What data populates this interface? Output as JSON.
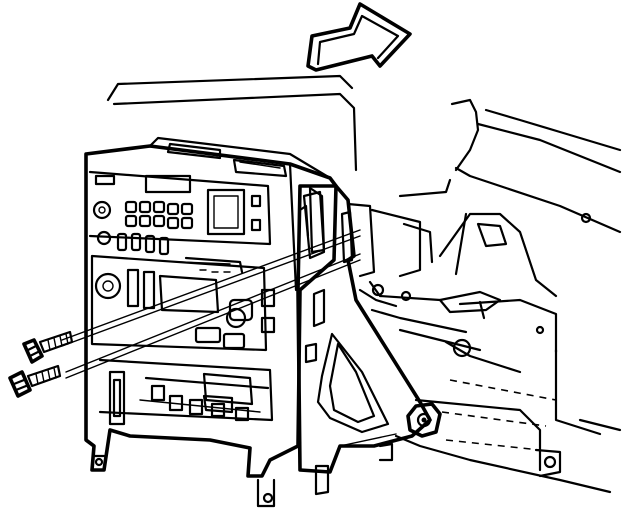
{
  "diagram": {
    "parts": [
      {
        "id": "direction-arrow",
        "icon": "arrow-right-icon"
      },
      {
        "id": "instrument-panel-carrier"
      },
      {
        "id": "radio-receiver"
      },
      {
        "id": "hvac-control-module"
      },
      {
        "id": "mounting-bracket"
      },
      {
        "id": "mounting-bolt-upper"
      },
      {
        "id": "mounting-bolt-lower"
      },
      {
        "id": "dashboard-structure"
      },
      {
        "id": "retaining-nut"
      }
    ],
    "colors": {
      "stroke": "#000000",
      "background": "#ffffff"
    }
  }
}
